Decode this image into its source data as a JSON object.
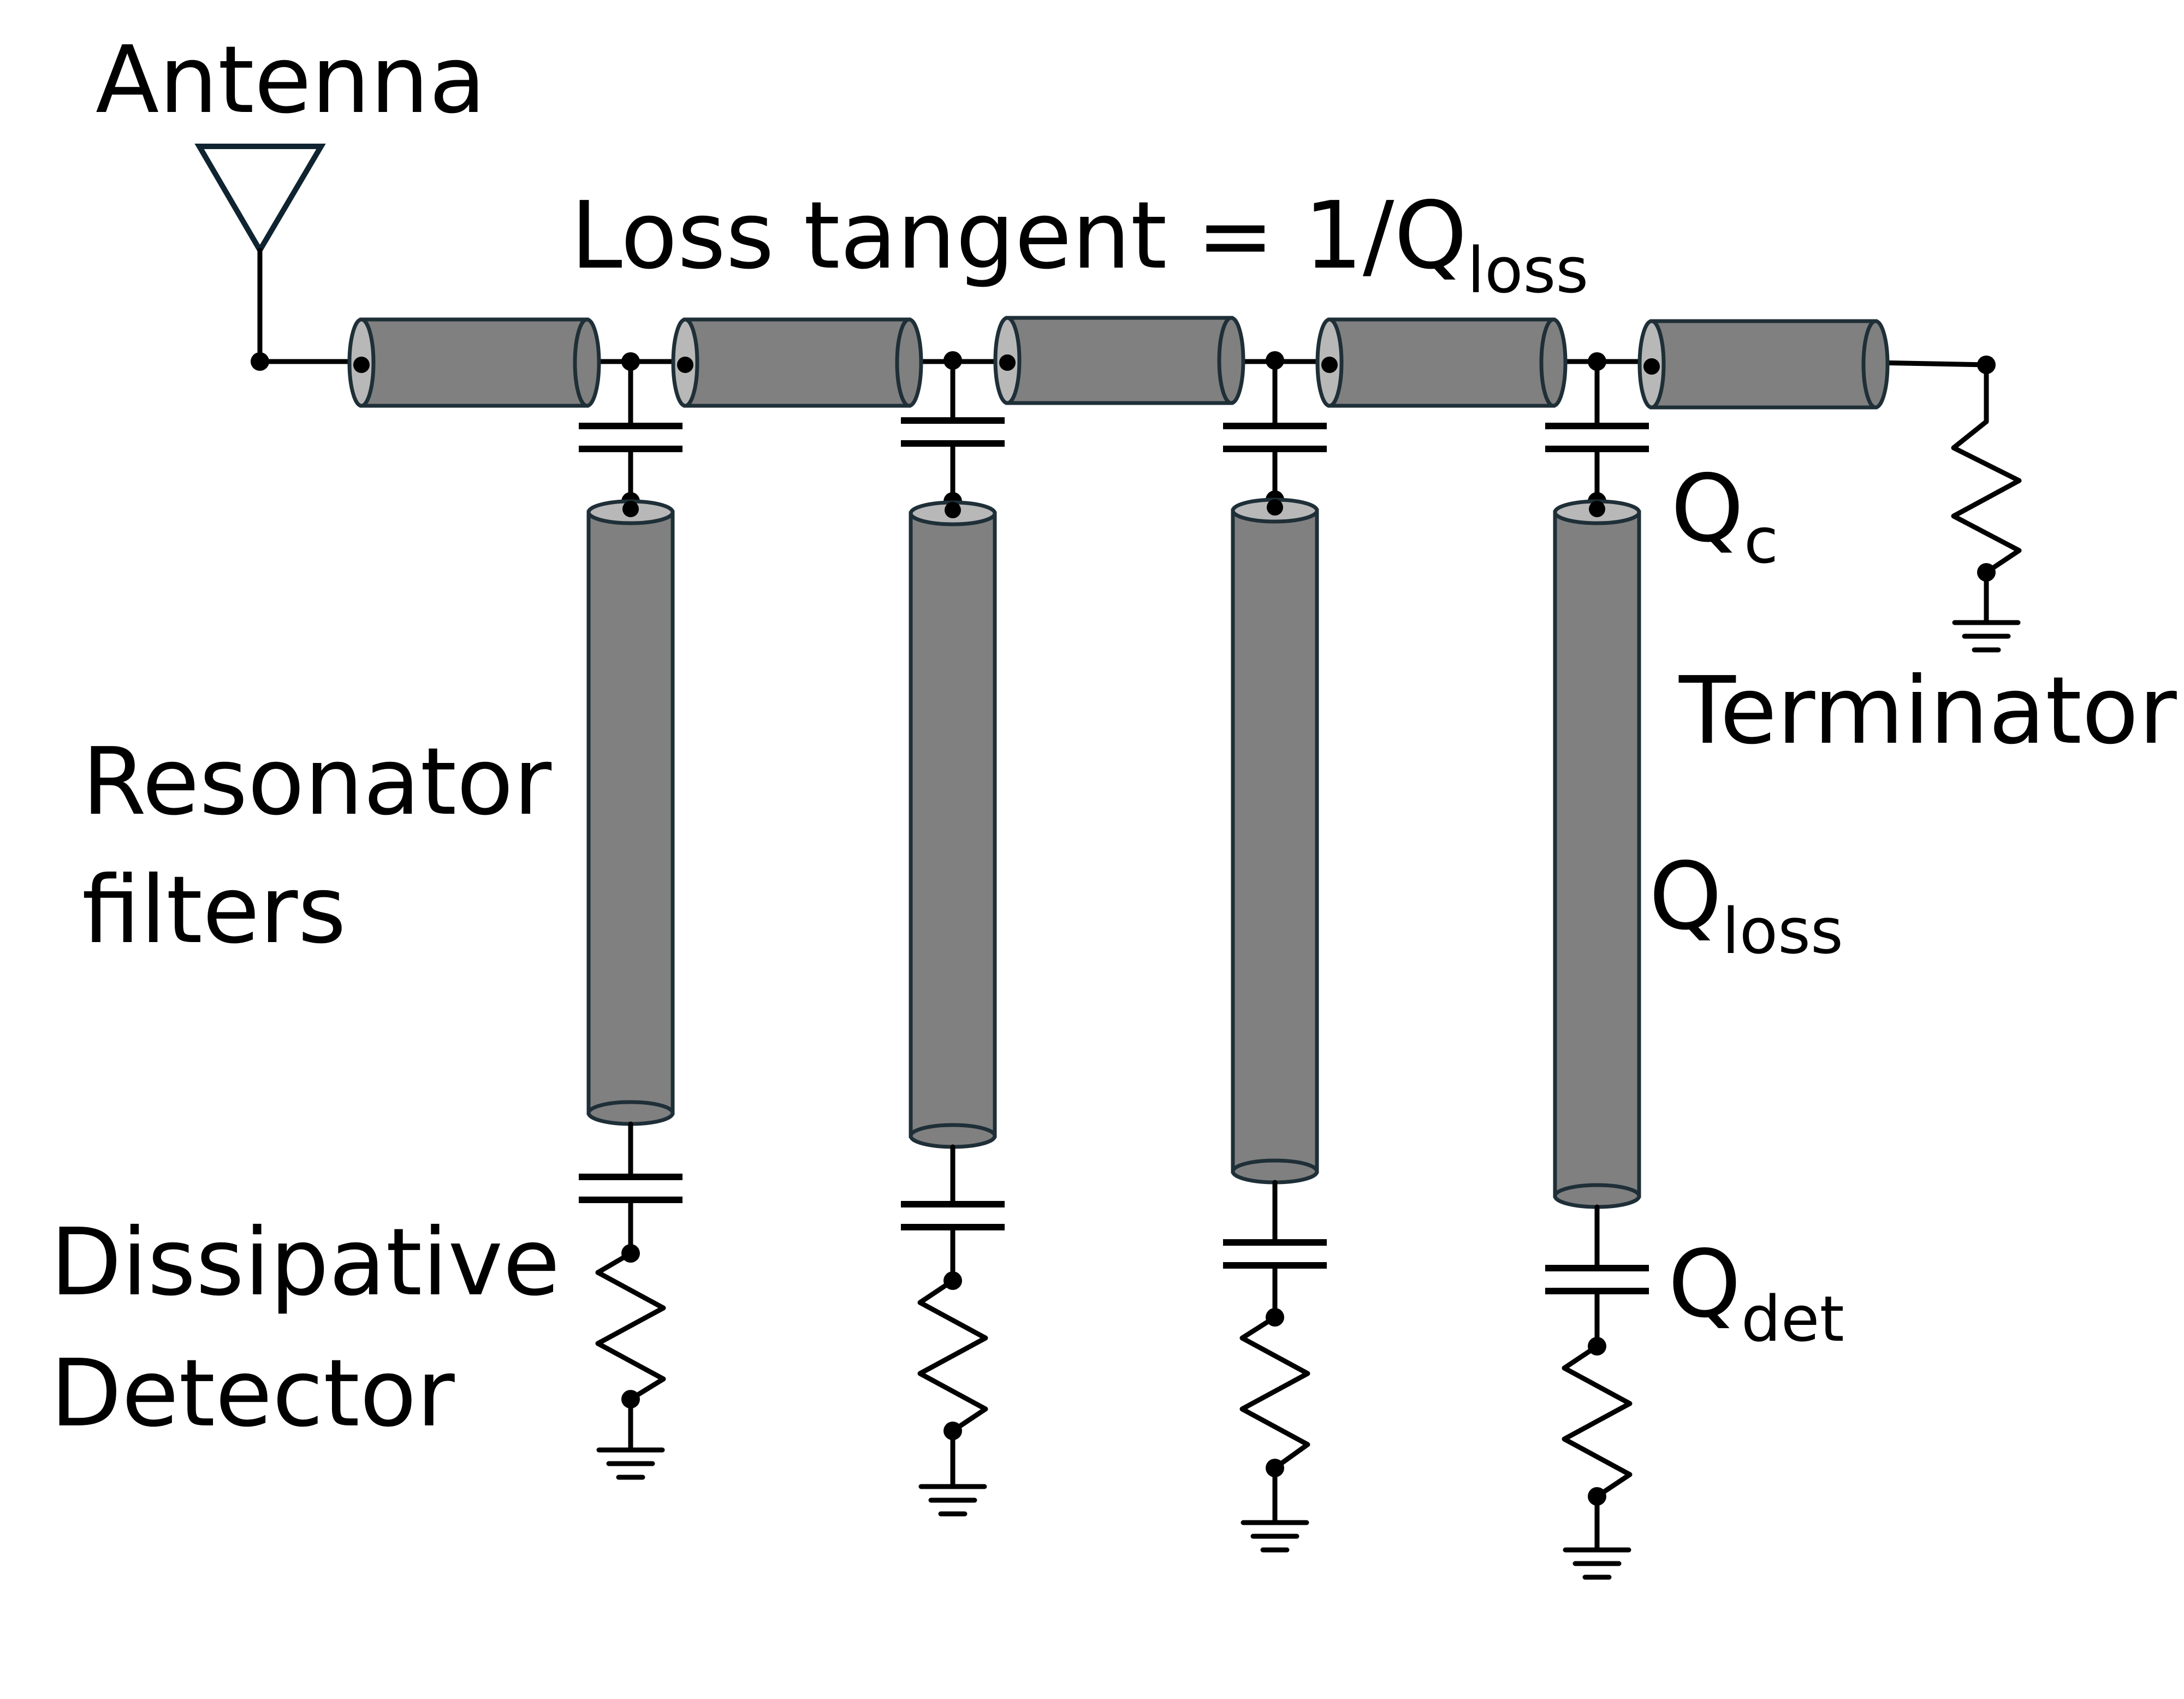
{
  "labels": {
    "antenna": "Antenna",
    "loss_tangent_main": "Loss tangent = 1/Q",
    "loss_tangent_sub": "loss",
    "resonator_line1": "Resonator",
    "resonator_line2": "filters",
    "detector_line1": "Dissipative",
    "detector_line2": "Detector",
    "terminator": "Terminator",
    "qc_main": "Q",
    "qc_sub": "c",
    "qloss_main": "Q",
    "qloss_sub": "loss",
    "qdet_main": "Q",
    "qdet_sub": "det"
  },
  "colors": {
    "line_fill": "#808080",
    "line_cap": "#b8b8b8",
    "line_stroke": "#1f2f38",
    "wire": "#000000"
  },
  "icons": [
    "antenna-icon",
    "capacitor-icon",
    "resistor-icon",
    "ground-icon",
    "transmission-line-icon"
  ]
}
